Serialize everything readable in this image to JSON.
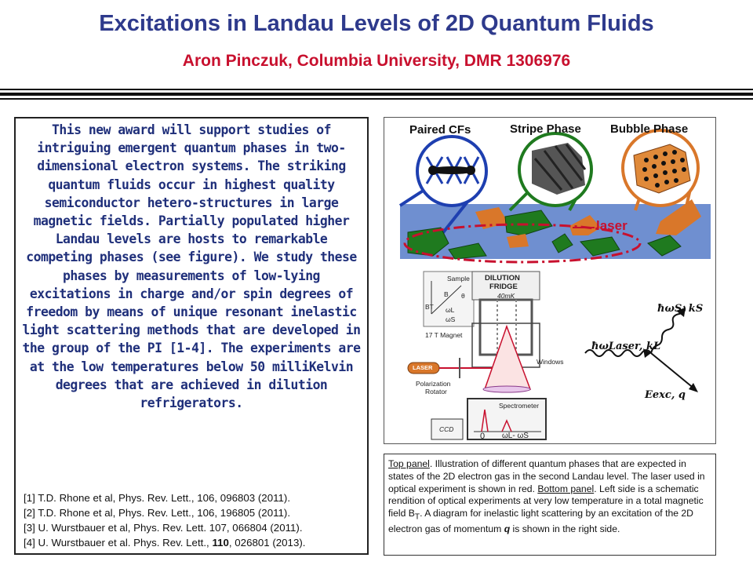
{
  "header": {
    "title": "Excitations in Landau Levels of 2D Quantum Fluids",
    "subtitle": "Aron Pinczuk, Columbia University, DMR 1306976"
  },
  "body_text": "This new award will support studies of intriguing emergent quantum phases in two-dimensional electron systems. The striking quantum fluids occur in highest quality semiconductor hetero-structures in large magnetic fields. Partially populated higher Landau levels are hosts to remarkable competing phases (see figure). We study these phases by measurements of low-lying excitations in charge and/or spin degrees of freedom by means of unique resonant inelastic light scattering methods that are developed in the group of the PI [1-4]. The experiments are at the low temperatures below 50 milliKelvin degrees that are achieved in dilution refrigerators.",
  "references": [
    {
      "pre": "[1] T.D. Rhone et al, Phys. Rev. Lett., 106, 096803 (2011).",
      "bold": "",
      "post": ""
    },
    {
      "pre": "[2] T.D. Rhone et al, Phys. Rev. Lett., 106, 196805 (2011).",
      "bold": "",
      "post": ""
    },
    {
      "pre": "[3] U. Wurstbauer et al, Phys. Rev. Lett. 107, 066804 (2011).",
      "bold": "",
      "post": ""
    },
    {
      "pre": "[4] U. Wurstbauer et al. Phys. Rev. Lett., ",
      "bold": "110",
      "post": ", 026801 (2013)."
    }
  ],
  "figure": {
    "labels": {
      "paired": "Paired CFs",
      "stripe": "Stripe Phase",
      "bubble": "Bubble Phase",
      "laser": "laser"
    },
    "setup": {
      "sample": "Sample",
      "b": "B",
      "bt": "BT",
      "theta": "θ",
      "omega_l": "ωL",
      "omega_s": "ωS",
      "dilution": "DILUTION",
      "fridge": "FRIDGE",
      "temp": "40mK",
      "magnet": "17 T Magnet",
      "laser_box": "LASER",
      "polarization": "Polarization",
      "rotator": "Rotator",
      "windows": "Windows",
      "spectrometer": "Spectrometer",
      "ccd": "CCD",
      "zero": "0",
      "shift": "ωL- ωS"
    },
    "scattering": {
      "scattered": "ħωS, kS",
      "incident": "ħωLaser, kL",
      "excitation": "Eexc, q"
    },
    "colors": {
      "sample_blue": "#6f8fd0",
      "stripe_green": "#1f7a1f",
      "bubble_orange": "#d9772a",
      "circle_blue": "#1e3fb0",
      "laser_red": "#c8102e"
    }
  },
  "caption": {
    "top_label": "Top panel",
    "top_text": ". Illustration of different quantum phases that are expected in states of the 2D electron gas in the second Landau level. The laser used in optical experiment is shown in red.",
    "bottom_label": "Bottom panel",
    "bottom_text_a": ". Left side is a schematic rendition of optical experiments at very low temperature in a total magnetic field B",
    "bottom_sub": "T",
    "bottom_text_b": ". A diagram for inelastic light scattering by an excitation of the 2D electron gas of momentum ",
    "q": "q",
    "bottom_text_c": " is shown in the right side."
  }
}
